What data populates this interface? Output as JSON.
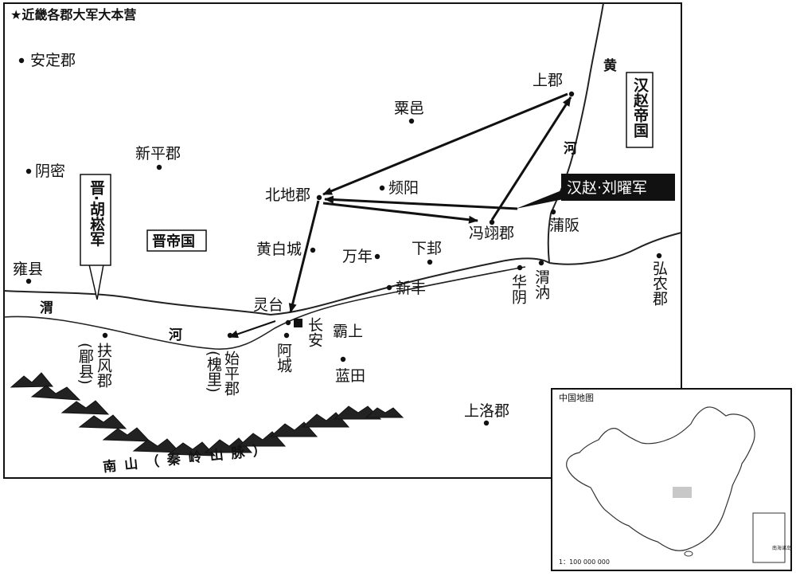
{
  "legend": {
    "title": "★近畿各郡大军大本营"
  },
  "places": {
    "anding": "安定郡",
    "yinmi": "阴密",
    "xinping": "新平郡",
    "yongxian": "雍县",
    "beidi": "北地郡",
    "suyi": "粟邑",
    "pinyang": "频阳",
    "shangjun": "上郡",
    "fengyi": "冯翊郡",
    "puban": "蒲阪",
    "huangbai": "黄白城",
    "wannian": "万年",
    "xiagui": "下邽",
    "xinfeng": "新丰",
    "lingtai": "灵台",
    "changan": "长安",
    "bashang": "霸上",
    "epang": "阿城",
    "shiping": "始平郡",
    "huaili": "(槐里)",
    "fufeng": "扶风郡",
    "meixian": "(郿县)",
    "lantian": "蓝田",
    "huayin": "华阴",
    "weinei": "渭汭",
    "hongnong": "弘农郡",
    "shangluo": "上洛郡"
  },
  "states": {
    "jin_empire": "晋帝国",
    "hanzhao_empire": "汉赵帝国",
    "jin_army": "晋·胡崧军",
    "hanzhao_army": "汉赵·刘曜军"
  },
  "rivers": {
    "huanghe_1": "黄",
    "huanghe_2": "河",
    "weihe_1": "渭",
    "weihe_2": "河"
  },
  "mountains": {
    "label": "南山（秦岭山脉）"
  },
  "inset": {
    "title": "中国地图",
    "scale": "1：100 000 000",
    "south_sea": "南海诸岛"
  }
}
